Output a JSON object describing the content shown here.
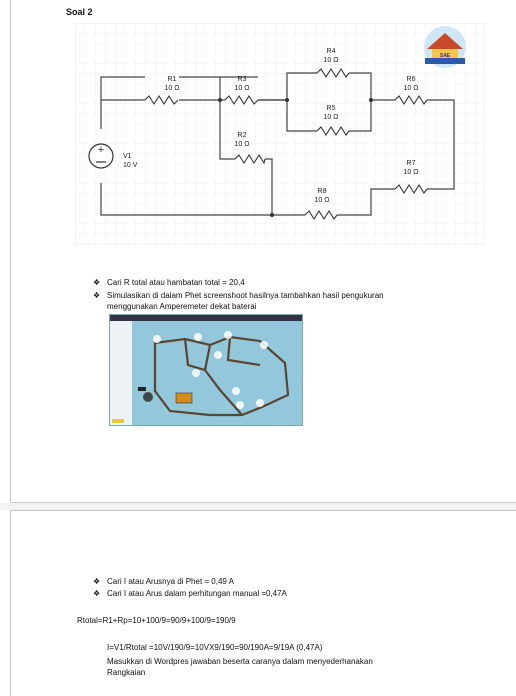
{
  "heading": "Soal 2",
  "circuit": {
    "source": {
      "name": "V1",
      "value": "10 V"
    },
    "resistors": [
      {
        "name": "R1",
        "value": "10 Ω"
      },
      {
        "name": "R3",
        "value": "10 Ω"
      },
      {
        "name": "R2",
        "value": "10 Ω"
      },
      {
        "name": "R4",
        "value": "10 Ω"
      },
      {
        "name": "R5",
        "value": "10 Ω"
      },
      {
        "name": "R6",
        "value": "10 Ω"
      },
      {
        "name": "R7",
        "value": "10 Ω"
      },
      {
        "name": "R8",
        "value": "10 Ω"
      }
    ],
    "logo_text": "SAE"
  },
  "bullets_top": [
    "Cari R total atau hambatan total = 20,4",
    "Simulasikan di dalam Phet screenshoot hasilnya tambahkan hasil pengukuran"
  ],
  "bullet_top_continuation": "menggunakan Amperemeter dekat baterai",
  "bullets_bottom": [
    "Cari I atau Arusnya di Phet = 0,49 A",
    "Cari I atau Arus dalam perhitungan manual =0,47A"
  ],
  "rtotal_line": "Rtotal=R1+Rp=10+100/9=90/9+100/9=190/9",
  "current_line": "I=V1/Rtotal =10V/190/9=10VX9/190=90/190A=9/19A (0,47A)",
  "note_line1": "Masukkan di Wordpres jawaban beserta caranya dalam menyederhanakan",
  "note_line2": "Rangkaian"
}
